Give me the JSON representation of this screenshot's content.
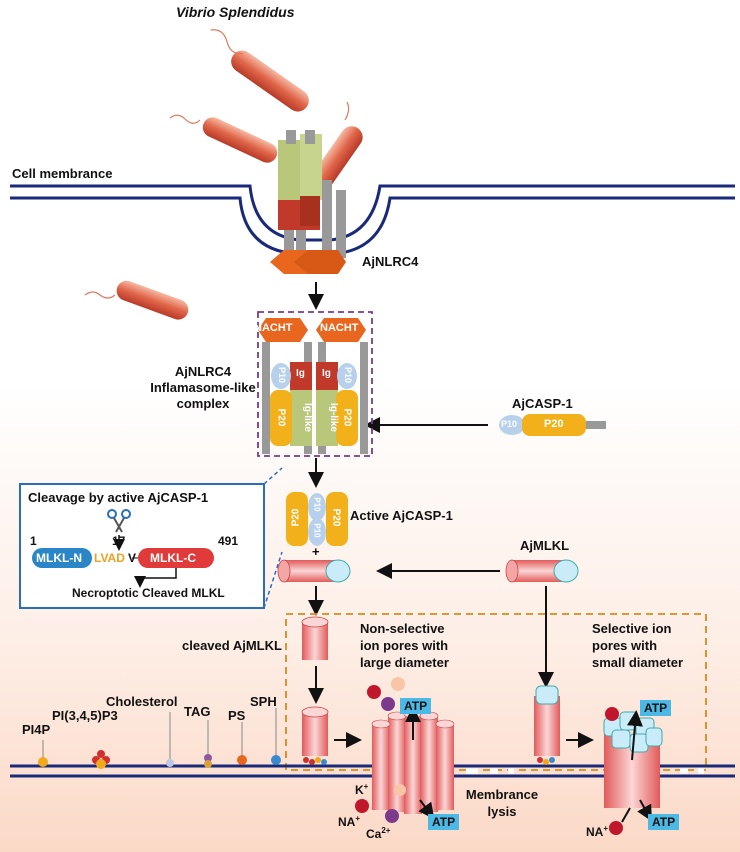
{
  "title": "Vibrio Splendidus",
  "labels": {
    "cell_membrane": "Cell membrance",
    "ajnlrc4": "AjNLRC4",
    "complex_line1": "AjNLRC4",
    "complex_line2": "Inflamasome-like",
    "complex_line3": "complex",
    "ajcasp1": "AjCASP-1",
    "active_ajcasp1": "Active AjCASP-1",
    "ajmlkl": "AjMLKL",
    "cleaved_ajmlkl": "cleaved AjMLKL",
    "nonselective_line1": "Non-selective",
    "nonselective_line2": "ion pores with",
    "nonselective_line3": "large diameter",
    "selective_line1": "Selective ion",
    "selective_line2": "pores with",
    "selective_line3": "small diameter",
    "membrane_lysis_line1": "Membrance",
    "membrane_lysis_line2": "lysis",
    "pi4p": "PI4P",
    "pi345p3": "PI(3,4,5)P3",
    "cholesterol": "Cholesterol",
    "tag": "TAG",
    "ps": "PS",
    "sph": "SPH",
    "plus": "+"
  },
  "domains": {
    "nacht": "NACHT",
    "ig": "Ig",
    "ig_like": "Ig-like",
    "p10": "P10",
    "p20": "P20"
  },
  "inset": {
    "title": "Cleavage by active AjCASP-1",
    "num_start": "1",
    "num_site": "17",
    "num_end": "491",
    "mlkl_n": "MLKL-N",
    "lvad": "LVAD",
    "v": "V",
    "mlkl_c": "MLKL-C",
    "caption": "Necroptotic Cleaved MLKL"
  },
  "ions": {
    "atp": "ATP",
    "k": "K",
    "na": "NA",
    "ca": "Ca",
    "plus_sup": "+",
    "ca_sup": "2+"
  },
  "colors": {
    "membrane": "#1a2a7a",
    "nacht": "#e8661e",
    "p20": "#f2b11a",
    "p10": "#b7d1ec",
    "ig": "#c0392b",
    "ig_like": "#b8c77a",
    "mlkl_n": "#2b86c8",
    "mlkl_c": "#e03a3a",
    "lvad": "#f0a020",
    "dashed_purple": "#7b3a8c",
    "dashed_orange": "#d98a1c",
    "inset_border": "#2a6cc0",
    "atp": "#4bb8e6"
  }
}
